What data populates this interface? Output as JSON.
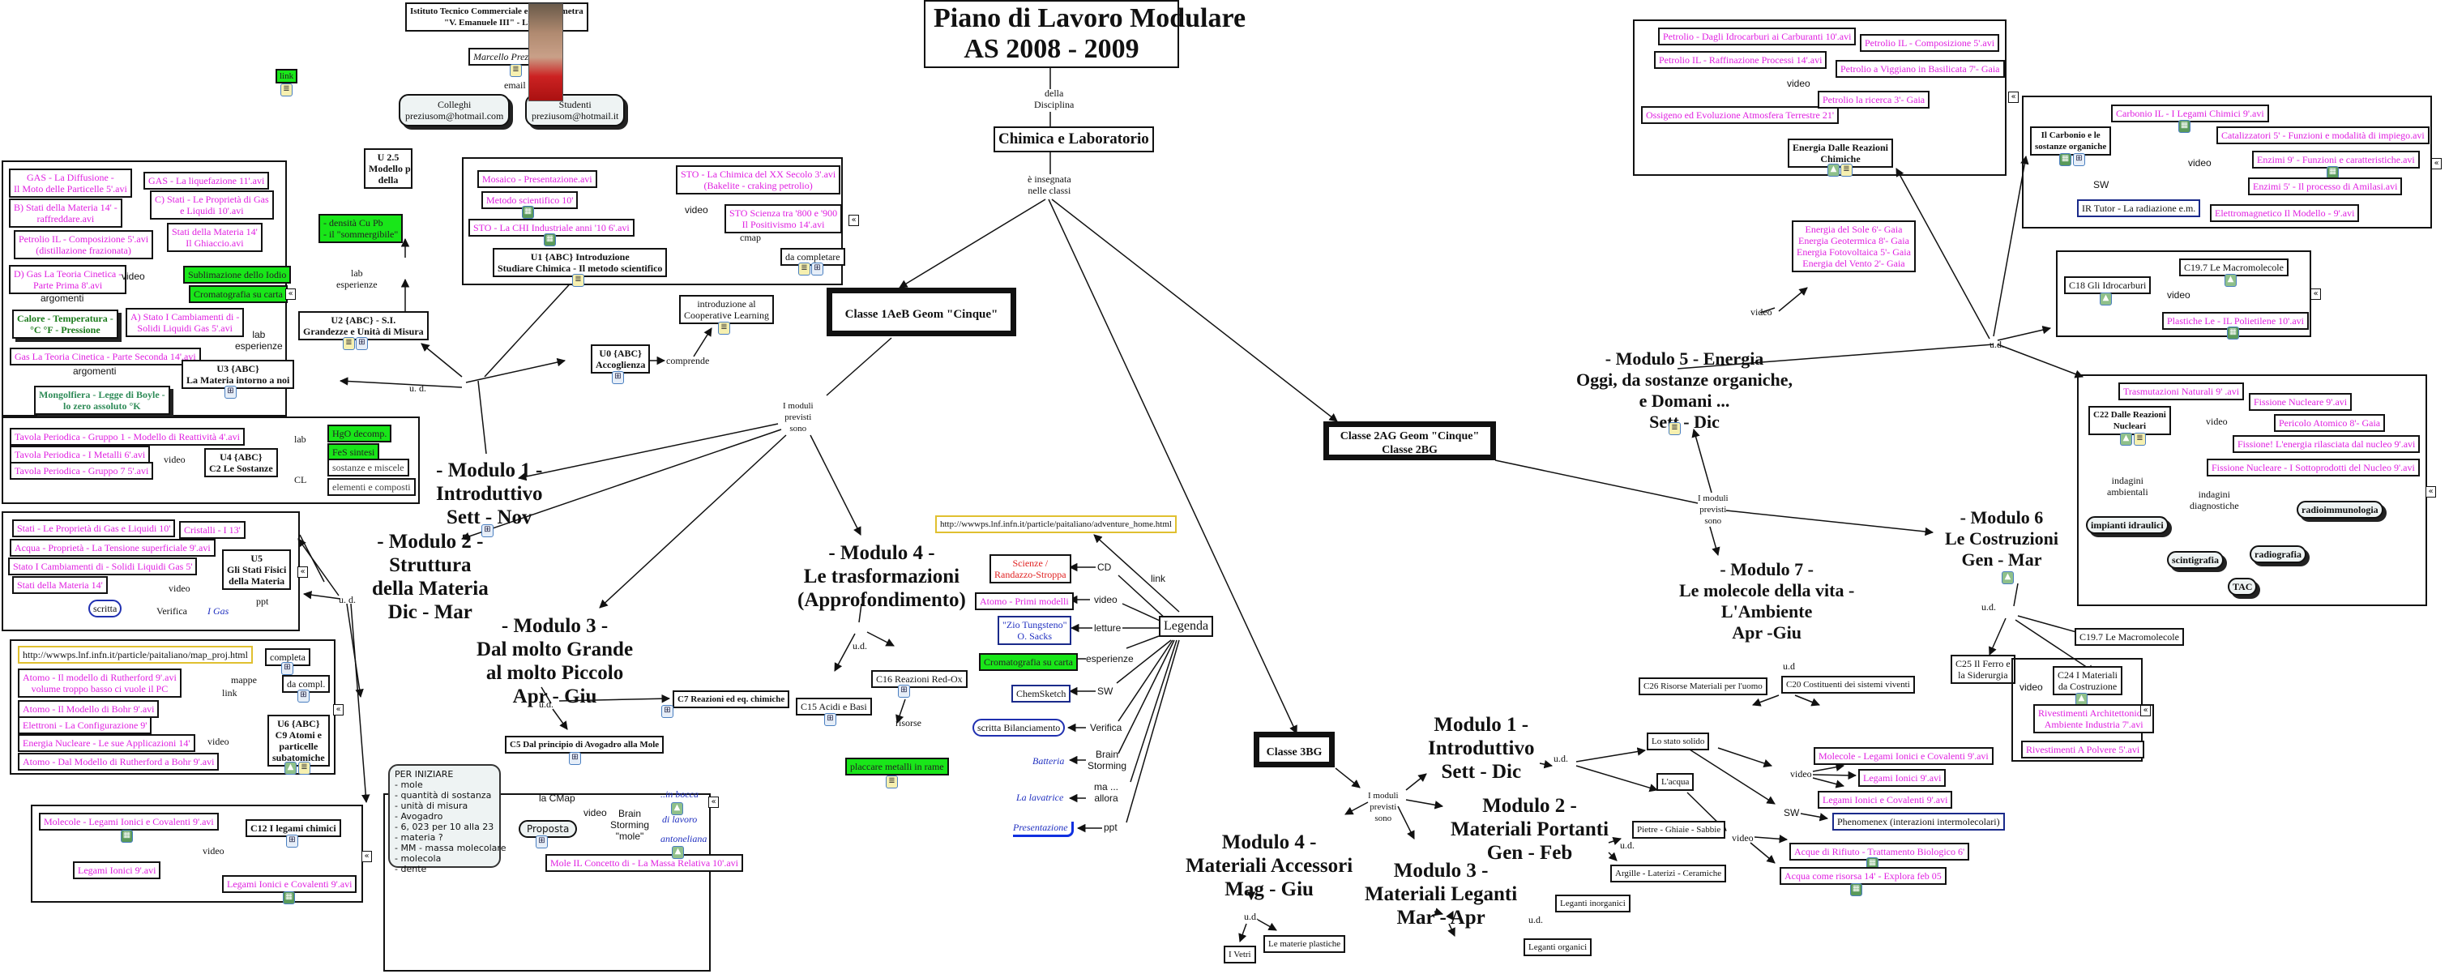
{
  "header": {
    "title_line1": "Piano di Lavoro Modulare",
    "title_line2": "AS 2008 - 2009",
    "della_disciplina": "della\nDisciplina",
    "discipline": "Chimica e Laboratorio",
    "insegnata": "è insegnata\nnelle classi",
    "school": "Istituto Tecnico Commerciale e per Geometra\n\"V. Emanuele III\" - Lucera",
    "author": "Marcello Preziuso",
    "email_label": "email",
    "colleghi": "Colleghi\npreziusom@hotmail.com",
    "studenti": "Studenti\npreziusom@hotmail.it",
    "link_badge": "link"
  },
  "classes": {
    "c1": "Classe 1AeB Geom \"Cinque\"",
    "c2": "Classe 2AG Geom \"Cinque\"\nClasse 2BG",
    "c3": "Classe 3BG"
  },
  "labels": {
    "moduli_previsti": "I moduli\nprevisti\nsono",
    "ud": "u. d.",
    "ud2": "u.d.",
    "video": "video",
    "lab": "lab",
    "lab_esperienze": "lab\nesperienze",
    "argomenti": "argomenti",
    "comprende": "comprende",
    "cmap": "cmap",
    "cl": "CL",
    "verifica": "Verifica",
    "ppt": "ppt",
    "mappe": "mappe",
    "link": "link",
    "risorse": "risorse",
    "sw": "SW",
    "la_cmap": "la CMap",
    "brain_mole": "Brain\nStorming\n\"mole\"",
    "indagini_amb": "indagini\nambientali",
    "indagini_diag": "indagini\ndiagnostiche",
    "ud_dot": "u.d"
  },
  "modules_1": {
    "m1": "- Modulo 1 -\nIntroduttivo\nSett - Nov",
    "m2": "- Modulo 2 -\nStruttura\ndella Materia\nDic - Mar",
    "m3": "- Modulo 3 -\nDal molto Grande\nal molto Piccolo\nApr - Giu",
    "m4": "- Modulo 4 -\nLe trasformazioni\n(Approfondimento)"
  },
  "modules_2": {
    "m5": "- Modulo 5 - Energia\nOggi, da sostanze organiche,\ne Domani ...\nSett - Dic",
    "m6": "- Modulo 6\nLe Costruzioni\nGen - Mar",
    "m7": "- Modulo 7 -\nLe molecole della vita -\nL'Ambiente\nApr -Giu"
  },
  "modules_3": {
    "m1": "Modulo 1 -\nIntroduttivo\nSett - Dic",
    "m2": "Modulo 2 -\nMateriali Portanti\nGen - Feb",
    "m3": "Modulo 3 -\nMateriali Leganti\nMar - Apr",
    "m4": "Modulo 4 -\nMateriali Accessori\nMag - Giu"
  },
  "u3_group": {
    "videos": [
      "GAS - La Diffusione -\nIl Moto delle Particelle 5'.avi",
      "B) Stati della Materia 14' -\nraffreddare.avi",
      "Petrolio IL - Composizione 5'.avi\n(distillazione frazionata)",
      "D) Gas La Teoria Cinetica -\nParte Prima 8'.avi",
      "GAS - La liquefazione 11'.avi",
      "C) Stati - Le Proprietà di Gas\ne Liquidi 10'.avi",
      "Stati della Materia 14'\nIl Ghiaccio.avi",
      "A) Stato I Cambiamenti di -\nSolidi Liquidi Gas 5'.avi",
      "Gas La Teoria Cinetica - Parte Seconda 14'.avi"
    ],
    "topic1": "Calore - Temperatura -\n°C °F - Pressione",
    "topic2": "Mongolfiera - Legge di Boyle -\nlo zero assoluto °K",
    "lab1": "Sublimazione dello Iodio",
    "lab2": "Cromatografia su carta",
    "unit": "U3 {ABC}\nLa Materia intorno a noi"
  },
  "u2": {
    "unit": "U2 {ABC} - S.I.\nGrandezze e Unità di Misura",
    "lab": "- densità Cu Pb\n- il \"sommergibile\""
  },
  "u25": "U 2.5\nModello p\ndella",
  "u1_group": {
    "videos": [
      "Mosaico - Presentazione.avi",
      "Metodo scientifico 10'",
      "STO - La CHI Industriale anni '10 6'.avi",
      "STO - La Chimica del XX Secolo 3'.avi\n(Bakelite - craking petrolio)",
      "STO Scienza tra '800 e '900\nIl Positivismo 14'.avi"
    ],
    "unit": "U1 {ABC} Introduzione\nStudiare Chimica - Il metodo scientifico",
    "da_completare": "da completare"
  },
  "u0": {
    "unit": "U0 {ABC}\nAccoglienza",
    "coop": "introduzione al\nCooperative Learning"
  },
  "u4_group": {
    "videos": [
      "Tavola Periodica - Gruppo 1 - Modello di Reattività 4'.avi",
      "Tavola Periodica - I Metalli 6'.avi",
      "Tavola Periodica - Gruppo 7 5'.avi"
    ],
    "unit": "U4 {ABC}\nC2 Le Sostanze",
    "lab": [
      "HgO decomp.",
      "FeS sintesi"
    ],
    "cl": [
      "sostanze e miscele",
      "elementi e composti"
    ]
  },
  "u5_group": {
    "videos": [
      "Stati - Le Proprietà di Gas e Liquidi 10'",
      "Cristalli - I 13'",
      "Acqua - Proprietà - La Tensione superficiale 9'.avi",
      "Stato I Cambiamenti di - Solidi Liquidi Gas 5'",
      "Stati della Materia 14'"
    ],
    "unit": "U5\nGli Stati Fisici\ndella Materia",
    "scritta": "scritta",
    "igas": "I Gas"
  },
  "u6_group": {
    "link_url": "http://wwwps.lnf.infn.it/particle/paitaliano/map_proj.html",
    "videos": [
      "Atomo - Il modello di Rutherford 9'.avi\nvolume troppo basso ci vuole il PC",
      "Atomo - Il Modello di Bohr 9'.avi",
      "Elettroni - La Configurazione 9'",
      "Energia Nucleare - Le sue Applicazioni 14'",
      "Atomo - Dal Modello di Rutherford a Bohr 9'.avi"
    ],
    "completa": "completa",
    "da_compl": "da compl.",
    "unit": "U6 {ABC}\nC9 Atomi e\nparticelle\nsubatomiche"
  },
  "c12_group": {
    "unit": "C12 I legami chimici",
    "videos": [
      "Molecole - Legami Ionici e Covalenti 9'.avi",
      "Legami Ionici 9'.avi",
      "Legami Ionici e Covalenti 9'.avi"
    ]
  },
  "c5_group": {
    "unit": "C5 Dal principio di Avogadro alla Mole",
    "c7": "C7 Reazioni ed eq. chimiche",
    "per_iniziare": "PER INIZIARE\n- mole\n- quantità di sostanza\n- unità di misura\n- Avogadro\n- 6, 023 per 10 alla 23\n- materia ?\n- MM - massa molecolare\n- molecola\n- dente",
    "proposta": "Proposta",
    "video": "Mole IL Concetto di - La Massa Relativa 10'.avi",
    "links": [
      "..in bocca",
      "di lavoro",
      "antoneliana"
    ]
  },
  "m4_units": {
    "c15": "C15 Acidi e Basi",
    "c16": "C16 Reazioni Red-Ox",
    "placcare": "placcare metalli in rame"
  },
  "legenda": {
    "title": "Legenda",
    "url": "http://wwwps.lnf.infn.it/particle/paitaliano/adventure_home.html",
    "items": [
      {
        "rel": "link",
        "target": ""
      },
      {
        "rel": "CD",
        "target": "Scienze /\nRandazzo-Stroppa"
      },
      {
        "rel": "video",
        "target": "Atomo - Primi modelli"
      },
      {
        "rel": "letture",
        "target": "\"Zio Tungsteno\"\nO. Sacks"
      },
      {
        "rel": "esperienze",
        "target": "Cromatografia su carta"
      },
      {
        "rel": "SW",
        "target": "ChemSketch"
      },
      {
        "rel": "Verifica",
        "target": "scritta Bilanciamento"
      },
      {
        "rel": "Brain\nStorming",
        "target": "Batteria"
      },
      {
        "rel": "ma ...\nallora",
        "target": "La lavatrice"
      },
      {
        "rel": "ppt",
        "target": "Presentazione"
      }
    ]
  },
  "energia_group": {
    "unit": "Energia Dalle Reazioni\nChimiche",
    "videos": [
      "Petrolio - Dagli Idrocarburi ai Carburanti 10'.avi",
      "Petrolio IL - Raffinazione Processi 14'.avi",
      "Ossigeno ed Evoluzione Atmosfera Terrestre 21'",
      "Petrolio IL - Composizione 5'.avi",
      "Petrolio a Viggiano in Basilicata 7'- Gaia",
      "Petrolio la ricerca 3'- Gaia"
    ],
    "gaia": "Energia del Sole 6'- Gaia\nEnergia Geotermica 8'- Gaia\nEnergia Fotovoltaica 5'- Gaia\nEnergia del Vento 2'- Gaia"
  },
  "carbonio_group": {
    "unit": "Il Carbonio e le\nsostanze organiche",
    "videos": [
      "Carbonio IL - I Legami Chimici 9'.avi",
      "Catalizzatori 5' - Funzioni e modalità di impiego.avi",
      "Enzimi 9' - Funzioni e caratteristiche.avi",
      "Enzimi 5' - Il processo di Amilasi.avi",
      "Elettromagnetico Il Modello - 9'.avi"
    ],
    "sw": "IR Tutor - La radiazione e.m."
  },
  "c18_group": {
    "unit": "C18 Gli Idrocarburi",
    "c197": "C19.7 Le Macromolecole",
    "video": "Plastiche Le - IL Polietilene 10'.avi"
  },
  "c22_group": {
    "unit": "C22 Dalle Reazioni\nNucleari",
    "videos": [
      "Trasmutazioni Naturali 9' .avi",
      "Fissione Nucleare 9'.avi",
      "Pericolo Atomico 8'- Gaia",
      "Fissione! L'energia rilasciata dal nucleo 9'.avi",
      "Fissione Nucleare - I Sottoprodotti del Nucleo 9'.avi"
    ],
    "impianti": "impianti idraulici",
    "diag": [
      "radioimmunologia",
      "scintigrafia",
      "radiografia",
      "TAC"
    ]
  },
  "m6_units": {
    "c25": "C25 Il Ferro e\nla Siderurgia",
    "c197": "C19.7 Le Macromolecole",
    "c24": "C24 I Materiali\nda Costruzione",
    "v1": "Rivestimenti Architettonici -\nAmbiente Industria 7'.avi",
    "v2": "Rivestimenti A Polvere 5'.avi"
  },
  "m7_units": {
    "c26": "C26 Risorse Materiali per l'uomo",
    "c20": "C20 Costituenti dei sistemi viventi"
  },
  "m3bg_units": {
    "solido": "Lo stato solido",
    "acqua": "L'acqua",
    "videos_solido": [
      "Molecole - Legami Ionici e Covalenti 9'.avi",
      "Legami Ionici 9'.avi",
      "Legami Ionici e Covalenti 9'.avi"
    ],
    "phenomenex": "Phenomenex (interazioni intermolecolari)",
    "videos_acqua": [
      "Acque di Rifiuto - Trattamento Biologico 6'",
      "Acqua come risorsa 14' - Explora feb 05"
    ],
    "pietre": "Pietre - Ghiaie - Sabbie",
    "argille": "Argille - Laterizi - Ceramiche",
    "leg_inorg": "Leganti inorganici",
    "leg_org": "Leganti organici",
    "vetri": "I Vetri",
    "plastiche": "Le materie plastiche"
  },
  "icons": {
    "film": "film-icon",
    "doc": "document-icon",
    "map": "cmap-icon",
    "img": "image-icon",
    "collapse": "collapse-icon"
  }
}
